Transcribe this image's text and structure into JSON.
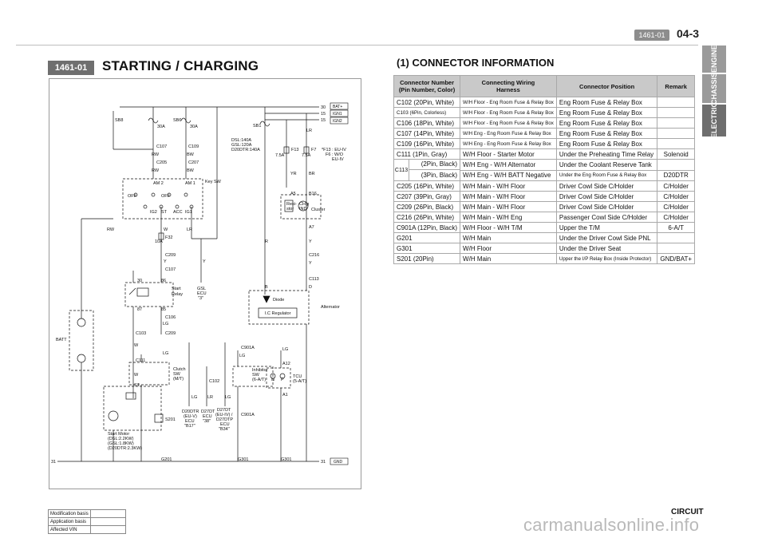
{
  "header": {
    "page_tag": "1461-01",
    "page_number": "04-3"
  },
  "side_tabs": [
    "ENGINE",
    "CHASSIS",
    "ELECTRIC"
  ],
  "section": {
    "tag": "1461-01",
    "title": "STARTING / CHARGING"
  },
  "connector_info": {
    "title": "(1) CONNECTOR INFORMATION",
    "headers": [
      "Connector Number\n(Pin Number, Color)",
      "Connecting Wiring\nHarness",
      "Connector Position",
      "Remark"
    ],
    "rows": [
      [
        "C102 (20Pin, White)",
        "W/H Floor - Eng Room Fuse & Relay Box",
        "Eng Room Fuse & Relay Box",
        ""
      ],
      [
        "C103 (6Pin, Colorless)",
        "W/H Floor - Eng Room Fuse & Relay Box",
        "Eng Room Fuse & Relay Box",
        ""
      ],
      [
        "C106 (18Pin, White)",
        "W/H Floor - Eng Room Fuse & Relay Box",
        "Eng Room Fuse & Relay Box",
        ""
      ],
      [
        "C107 (14Pin, White)",
        "W/H Eng - Eng Room Fuse & Relay Box",
        "Eng Room Fuse & Relay Box",
        ""
      ],
      [
        "C109 (16Pin, White)",
        "W/H Eng - Eng Room Fuse & Relay Box",
        "Eng Room Fuse & Relay Box",
        ""
      ],
      [
        "C111 (1Pin, Gray)",
        "W/H Floor - Starter Motor",
        "Under the Preheating Time Relay",
        "Solenoid"
      ],
      [
        "C113",
        "(2Pin, Black)",
        "W/H Eng - W/H Alternator",
        "Under the Coolant Reserve Tank",
        ""
      ],
      [
        "",
        "(3Pin, Black)",
        "W/H Eng - W/H BATT Negative",
        "Under the Eng Room Fuse & Relay Box",
        "D20DTR"
      ],
      [
        "C205 (16Pin, White)",
        "W/H Main - W/H Floor",
        "Driver Cowl Side C/Holder",
        "C/Holder"
      ],
      [
        "C207 (39Pin, Gray)",
        "W/H Main - W/H Floor",
        "Driver Cowl Side C/Holder",
        "C/Holder"
      ],
      [
        "C209 (26Pin, Black)",
        "W/H Main - W/H Floor",
        "Driver Cowl Side C/Holder",
        "C/Holder"
      ],
      [
        "C216 (26Pin, White)",
        "W/H Main - W/H Eng",
        "Passenger Cowl Side C/Holder",
        "C/Holder"
      ],
      [
        "C901A (12Pin, Black)",
        "W/H Floor - W/H T/M",
        "Upper the T/M",
        "6-A/T"
      ],
      [
        "G201",
        "W/H Main",
        "Under the Driver Cowl Side PNL",
        ""
      ],
      [
        "G301",
        "W/H Floor",
        "Under the Driver Seat",
        ""
      ],
      [
        "S201 (20Pin)",
        "W/H Main",
        "Upper the I/P Relay Box (Inside Protector)",
        "GND/BAT+"
      ]
    ]
  },
  "diagram": {
    "labels": {
      "bat_plus": "BAT+",
      "ign1": "IGN1",
      "ign2": "IGN2",
      "gnd": "GND",
      "n30": "30",
      "n15": "15",
      "n31": "31",
      "sb8": "SB8",
      "sb6": "SB6",
      "sb1": "SB1",
      "a30": "30A",
      "a30b": "30A",
      "dsl": "DSL:140A",
      "gsl": "GSL:120A",
      "d20": "D20DTR:140A",
      "f13": "F13",
      "f7": "F7",
      "f13a": "7.5A",
      "f7a": "7.5A",
      "fnote1": "*F13 : EU-IV",
      "fnote2": "F6 : W/O",
      "fnote3": "EU-IV",
      "c107": "C107",
      "c109": "C109",
      "c205": "C205",
      "c207": "C207",
      "keysw": "Key SW",
      "am2": "AM 2",
      "am1": "AM 1",
      "off": "OFF",
      "off2": "OFF",
      "ig2": "IG2",
      "st": "ST",
      "acc": "ACC",
      "ig1": "IG1",
      "f32": "F32",
      "f32a": "10A",
      "c209": "C209",
      "c209b": "C209",
      "c106": "C106",
      "c103": "C103",
      "c111": "C111",
      "start_relay": "Start",
      "start_relay2": "Relay",
      "gsl_ecu": "GSL",
      "gsl_ecu2": "ECU",
      "gsl_ecu3": "\"3\"",
      "cluster": "Cluster",
      "resistor": "Resi-",
      "resistor2": "stor",
      "chg": "CH'g",
      "chg2": "IND",
      "c216": "C216",
      "c113": "C113",
      "diode": "Diode",
      "ic_reg": "I.C Regulator",
      "alternator": "Alternator",
      "batt": "BATT",
      "clutch": "Clutch",
      "clutch2": "SW",
      "clutch3": "(M/T)",
      "c102": "C102",
      "c901a": "C901A",
      "c901a2": "C901A",
      "inhib": "Inhibitor",
      "inhib2": "SW",
      "inhib3": "(6-A/T)",
      "tcu": "TCU",
      "tcu2": "(5-A/T)",
      "a12": "A12",
      "a1": "A1",
      "a5": "A5",
      "a7": "A7",
      "b16": "B16",
      "d20ecu1": "D20DTR",
      "d20ecu2": "(EU-V)",
      "d20ecu3": "ECU",
      "d20ecu4": "\"B17\"",
      "d27a1": "D27DT",
      "d27a2": "ECU",
      "d27a3": "\"38\"",
      "d27b1": "D27DT",
      "d27b2": "(EU-IV) /",
      "d27b3": "D27DTP",
      "d27b4": "ECU",
      "d27b5": "\"B34\"",
      "s201": "S201",
      "g201": "G201",
      "g301": "G301",
      "g301b": "G301",
      "motor1": "Start Motor",
      "motor2": "(DSL:2.2KW)",
      "motor3": "(GSL:1.8KW)",
      "motor4": "(D20DTR:2.3KW)",
      "rw": "RW",
      "rw2": "RW",
      "rw3": "RW",
      "bw": "BW",
      "bw2": "BW",
      "w": "W",
      "w2": "W",
      "w3": "W",
      "y": "Y",
      "y2": "Y",
      "y3": "Y",
      "y4": "Y",
      "lr": "LR",
      "lr2": "LR",
      "lr3": "LR",
      "lg": "LG",
      "lg2": "LG",
      "lg3": "LG",
      "lg4": "LG",
      "lg5": "LG",
      "lg6": "LG",
      "yr": "YR",
      "br": "BR",
      "r": "R",
      "b": "B",
      "st2": "ST",
      "d": "D",
      "n": "N",
      "p": "P",
      "n86": "86",
      "n85": "85",
      "n87": "87",
      "n30b": "30",
      "p5": "5",
      "p2": "2",
      "p3": "3",
      "p4": "4",
      "p1": "1",
      "p11": "11",
      "p2b": "2",
      "p3b": "3",
      "p16": "16",
      "p1b": "1"
    }
  },
  "meta_box": {
    "rows": [
      "Modification basis",
      "Application basis",
      "Affected VIN"
    ]
  },
  "footer": {
    "circuit": "CIRCUIT",
    "watermark": "carmanualsonline.info"
  }
}
